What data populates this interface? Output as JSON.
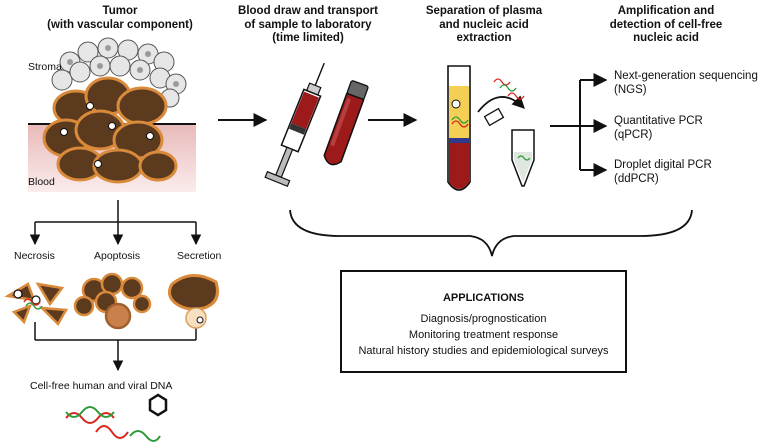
{
  "headers": {
    "tumor_line1": "Tumor",
    "tumor_line2": "(with vascular component)",
    "blood_line1": "Blood draw and transport",
    "blood_line2": "of sample to laboratory",
    "blood_line3": "(time limited)",
    "separation_line1": "Separation of plasma",
    "separation_line2": "and nucleic acid",
    "separation_line3": "extraction",
    "amplification_line1": "Amplification and",
    "amplification_line2": "detection of cell-free",
    "amplification_line3": "nucleic acid"
  },
  "tissue_labels": {
    "stroma": "Stroma",
    "blood": "Blood"
  },
  "release_mechanisms": [
    "Necrosis",
    "Apoptosis",
    "Secretion"
  ],
  "cell_free_label": "Cell-free human and viral DNA",
  "methods": [
    {
      "line1": "Next-generation sequencing",
      "line2": "(NGS)"
    },
    {
      "line1": "Quantitative PCR",
      "line2": "(qPCR)"
    },
    {
      "line1": "Droplet digital PCR",
      "line2": "(ddPCR)"
    }
  ],
  "applications": {
    "title": "APPLICATIONS",
    "items": [
      "Diagnosis/prognostication",
      "Monitoring treatment response",
      "Natural history studies and epidemiological surveys"
    ]
  },
  "colors": {
    "tumor_fill": "#5c3a1e",
    "tumor_rim": "#d98a3a",
    "stroma_cell": "#e6e6e6",
    "blood_tissue": "#ecc4c4",
    "blood_red": "#9c1a1a",
    "plasma": "#f5cf55",
    "dna_red": "#d7261e",
    "dna_green": "#2f9a3a"
  }
}
